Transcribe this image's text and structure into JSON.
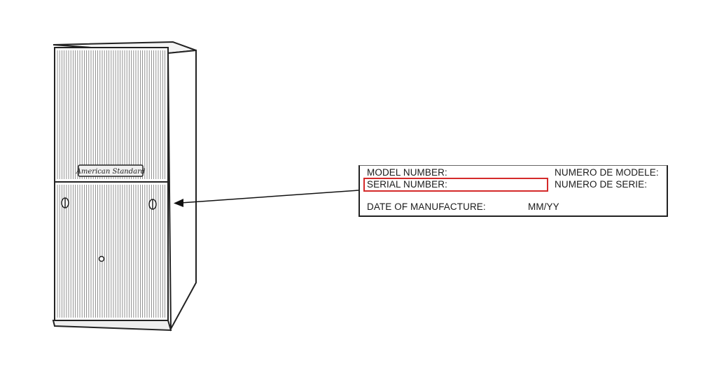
{
  "furnace": {
    "brand_logo_text": "American Standard",
    "icon": "furnace-cabinet-illustration"
  },
  "label_plate": {
    "model_number": "MODEL NUMBER:",
    "numero_de_modele": "NUMERO DE MODELE:",
    "serial_number": "SERIAL NUMBER:",
    "numero_de_serie": "NUMERO DE SERIE:",
    "date_of_manufacture": "DATE OF MANUFACTURE:",
    "date_format": "MM/YY",
    "highlight_color": "#d42a2a"
  },
  "pointer": {
    "icon": "arrow-left-icon"
  }
}
